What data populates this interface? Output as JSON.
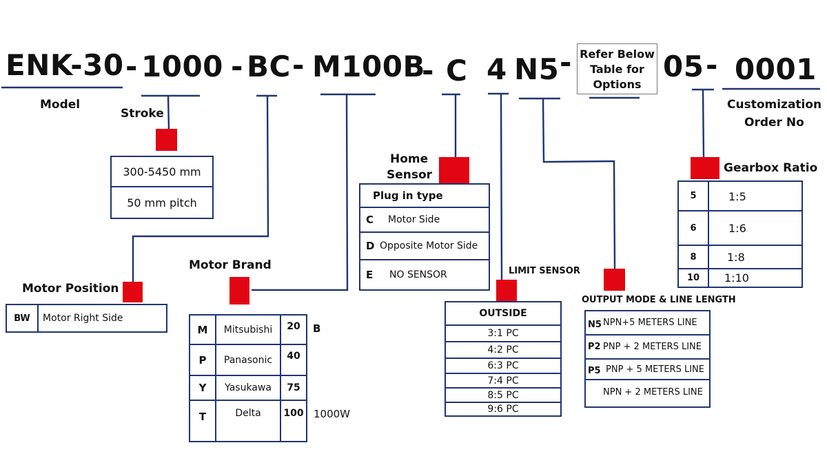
{
  "code_segments": {
    "model": "ENK-30",
    "stroke": "1000",
    "position": "BC",
    "motor": "M100B",
    "home_sensor": "C",
    "limit_sensor": "4",
    "output": "N5",
    "gearbox": "05",
    "order": "0001",
    "dash": "-"
  },
  "refer_box": {
    "line1": "Refer Below",
    "line2": "Table for",
    "line3": "Options"
  },
  "labels": {
    "model": "Model",
    "stroke": "Stroke",
    "customization_line1": "Customization",
    "customization_line2": "Order No",
    "home_sensor_line1": "Home",
    "home_sensor_line2": "Sensor",
    "gearbox_ratio": "Gearbox Ratio",
    "motor_position": "Motor Position",
    "motor_brand": "Motor Brand",
    "limit_sensor": "LIMIT SENSOR",
    "output_mode": "OUTPUT MODE & LINE LENGTH"
  },
  "stroke_table": {
    "rows": [
      "300-5450 mm",
      "50 mm pitch"
    ]
  },
  "home_sensor_table": {
    "header": "Plug in type",
    "rows": [
      {
        "code": "C",
        "desc": "Motor Side"
      },
      {
        "code": "D",
        "desc": "Opposite Motor Side"
      },
      {
        "code": "E",
        "desc": "NO SENSOR"
      }
    ]
  },
  "motor_position_table": {
    "rows": [
      {
        "code": "BW",
        "desc": "Motor Right Side"
      }
    ]
  },
  "motor_brand_table": {
    "rows": [
      {
        "code": "M",
        "brand": "Mitsubishi",
        "power": "20"
      },
      {
        "code": "P",
        "brand": "Panasonic",
        "power": "40"
      },
      {
        "code": "Y",
        "brand": "Yasukawa",
        "power": "75"
      },
      {
        "code": "T",
        "brand": "Delta",
        "power": "100"
      }
    ],
    "note_b": "B",
    "note_power": "1000W"
  },
  "limit_sensor_table": {
    "header": "OUTSIDE",
    "rows": [
      "3:1 PC",
      "4:2 PC",
      "6:3 PC",
      "7:4 PC",
      "8:5 PC",
      "9:6 PC"
    ]
  },
  "output_table": {
    "rows": [
      {
        "code": "N5",
        "desc": "NPN+5 METERS LINE"
      },
      {
        "code": "P2",
        "desc": "PNP + 2 METERS LINE"
      },
      {
        "code": "P5",
        "desc": "PNP + 5 METERS LINE"
      },
      {
        "code": "",
        "desc": "NPN + 2 METERS LINE"
      }
    ]
  },
  "gearbox_table": {
    "rows": [
      {
        "code": "5",
        "ratio": "1:5"
      },
      {
        "code": "6",
        "ratio": "1:6"
      },
      {
        "code": "8",
        "ratio": "1:8"
      },
      {
        "code": "10",
        "ratio": "1:10"
      }
    ]
  },
  "colors": {
    "marker": "#e20613",
    "line": "#1e3570"
  }
}
